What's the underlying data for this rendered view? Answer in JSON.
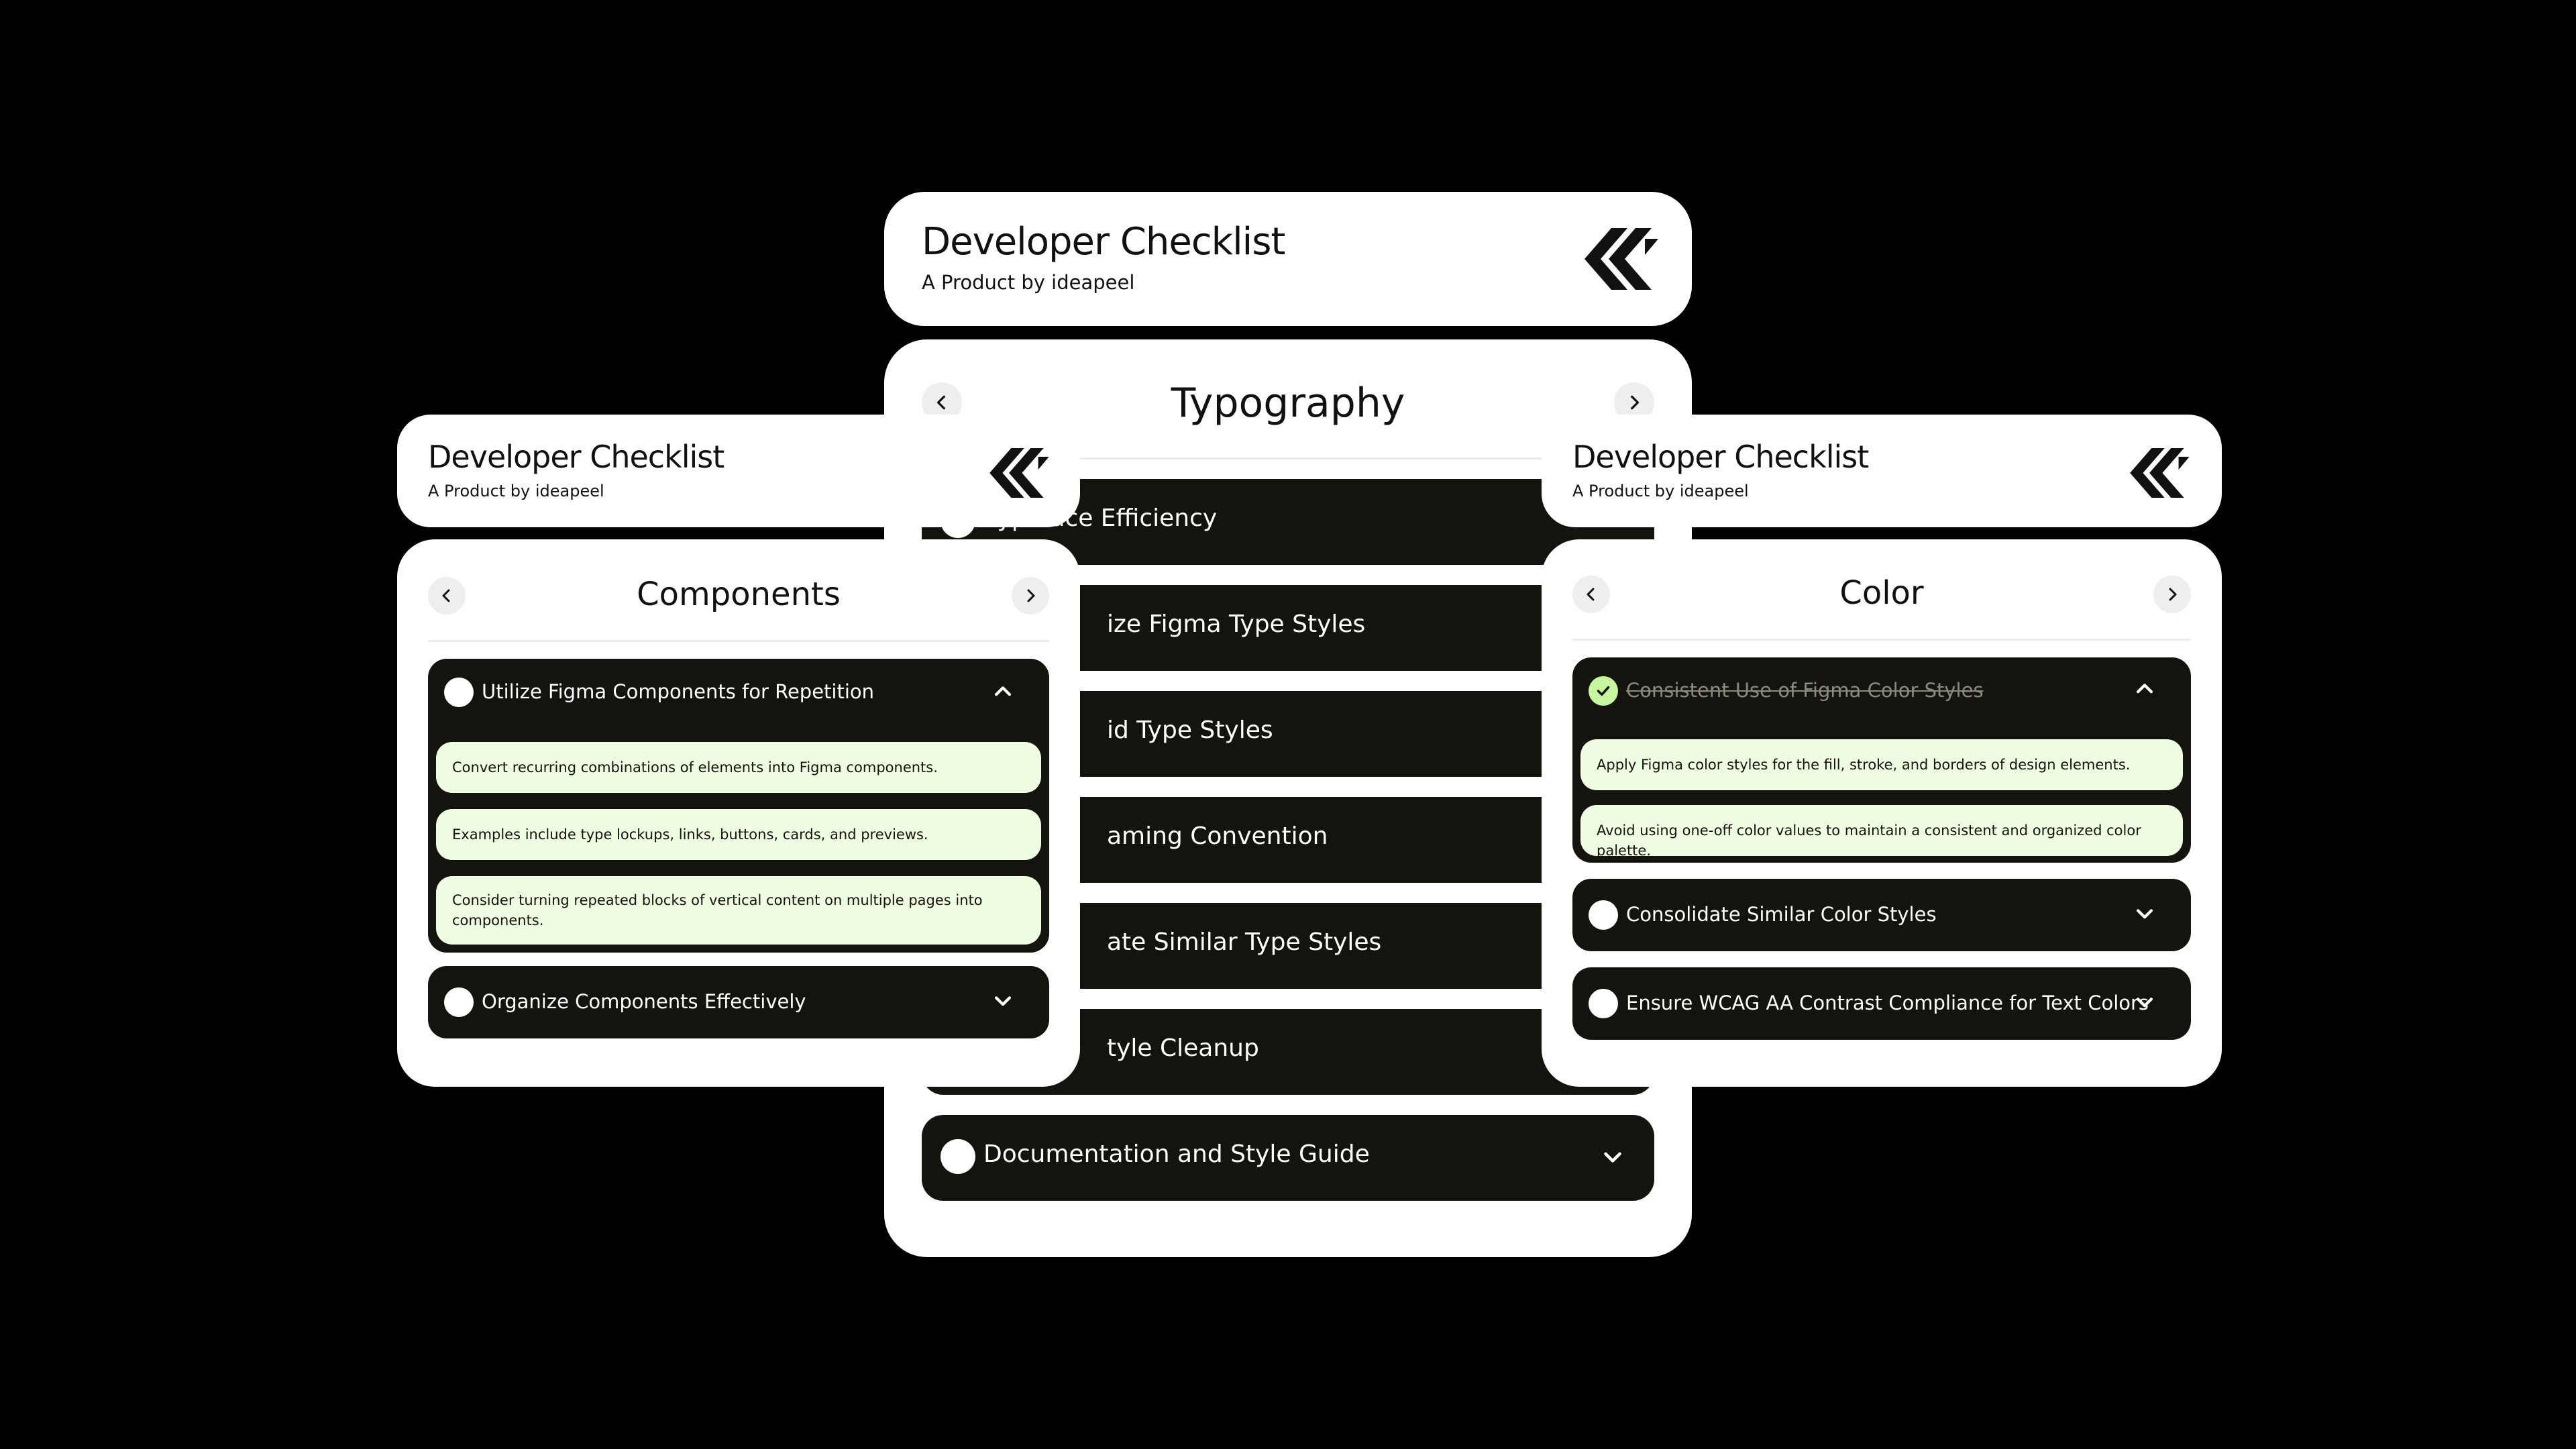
{
  "brand": {
    "title": "Developer Checklist",
    "subtitle": "A Product by ideapeel",
    "logo_icon": "double-chevron-logo"
  },
  "colors": {
    "page_bg": "#000000",
    "card_bg": "#ffffff",
    "item_bg": "#15130d",
    "note_bg": "#eefce2",
    "check_green": "#c8f5a0"
  },
  "typography_card": {
    "title": "Typography",
    "items": [
      {
        "label": "Ensure Typeface Efficiency",
        "visible": "Typeface Efficiency",
        "expanded": false
      },
      {
        "label": "Utilize Figma Type Styles",
        "visible": "ize Figma Type Styles",
        "expanded": false
      },
      {
        "label": "Fluid Type Styles",
        "visible": "id Type Styles",
        "expanded": false
      },
      {
        "label": "Naming Convention",
        "visible": "aming Convention",
        "expanded": false
      },
      {
        "label": "Consolidate Similar Type Styles",
        "visible": "ate Similar Type Styles",
        "expanded": false
      },
      {
        "label": "Style Cleanup",
        "visible": "tyle Cleanup",
        "expanded": false
      },
      {
        "label": "Documentation and Style Guide",
        "visible": "Documentation and Style Guide",
        "expanded": false
      }
    ]
  },
  "components_card": {
    "title": "Components",
    "items": [
      {
        "label": "Utilize Figma Components for Repetition",
        "expanded": true,
        "checked": false,
        "notes": [
          "Convert recurring combinations of elements into Figma components.",
          "Examples include type lockups, links, buttons, cards, and previews.",
          "Consider turning repeated blocks of vertical content on multiple pages into components."
        ]
      },
      {
        "label": "Organize Components Effectively",
        "expanded": false,
        "checked": false
      }
    ]
  },
  "color_card": {
    "title": "Color",
    "items": [
      {
        "label": "Consistent Use of Figma Color Styles",
        "expanded": true,
        "checked": true,
        "notes": [
          "Apply Figma color styles for the fill, stroke, and borders of design elements.",
          "Avoid using one-off color values to maintain a consistent and organized color palette."
        ]
      },
      {
        "label": "Consolidate Similar Color Styles",
        "expanded": false,
        "checked": false
      },
      {
        "label": "Ensure WCAG AA Contrast Compliance for Text Colors",
        "expanded": false,
        "checked": false
      }
    ]
  }
}
